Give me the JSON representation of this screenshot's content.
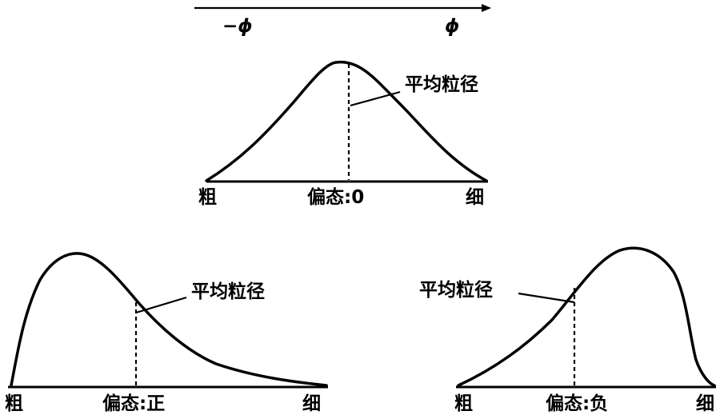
{
  "arrow": {
    "left_label": "−ϕ",
    "right_label": "ϕ"
  },
  "panels": {
    "symmetric": {
      "mean_label": "平均粒径",
      "left_label": "粗",
      "center_label": "偏态:0",
      "right_label": "细"
    },
    "positive": {
      "mean_label": "平均粒径",
      "left_label": "粗",
      "center_label": "偏态:正",
      "right_label": "细"
    },
    "negative": {
      "mean_label": "平均粒径",
      "left_label": "粗",
      "center_label": "偏态:负",
      "right_label": "细"
    }
  }
}
